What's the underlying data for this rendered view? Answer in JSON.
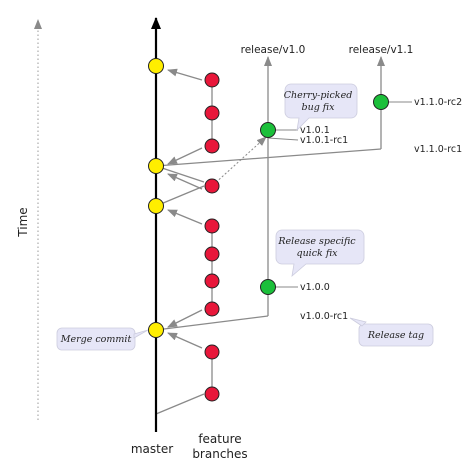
{
  "axis": {
    "time_label": "Time"
  },
  "trunk_label": "master",
  "feature_label_line1": "feature",
  "feature_label_line2": "branches",
  "release_branches": [
    "release/v1.0",
    "release/v1.1"
  ],
  "release_tags": {
    "v101": "v1.0.1",
    "v101rc1": "v1.0.1-rc1",
    "v100": "v1.0.0",
    "v100rc1": "v1.0.0-rc1",
    "v110rc2": "v1.1.0-rc2",
    "v110rc1": "v1.1.0-rc1"
  },
  "notes": {
    "cherry_line1": "Cherry-picked",
    "cherry_line2": "bug fix",
    "quick_line1": "Release specific",
    "quick_line2": "quick fix",
    "merge": "Merge commit",
    "release_tag": "Release tag"
  },
  "colors": {
    "master_commit": "#ffee00",
    "feature_commit": "#e8173a",
    "release_commit": "#1bbf3a",
    "connector": "#8a8a8a",
    "note_bg": "#e6e6f7"
  }
}
